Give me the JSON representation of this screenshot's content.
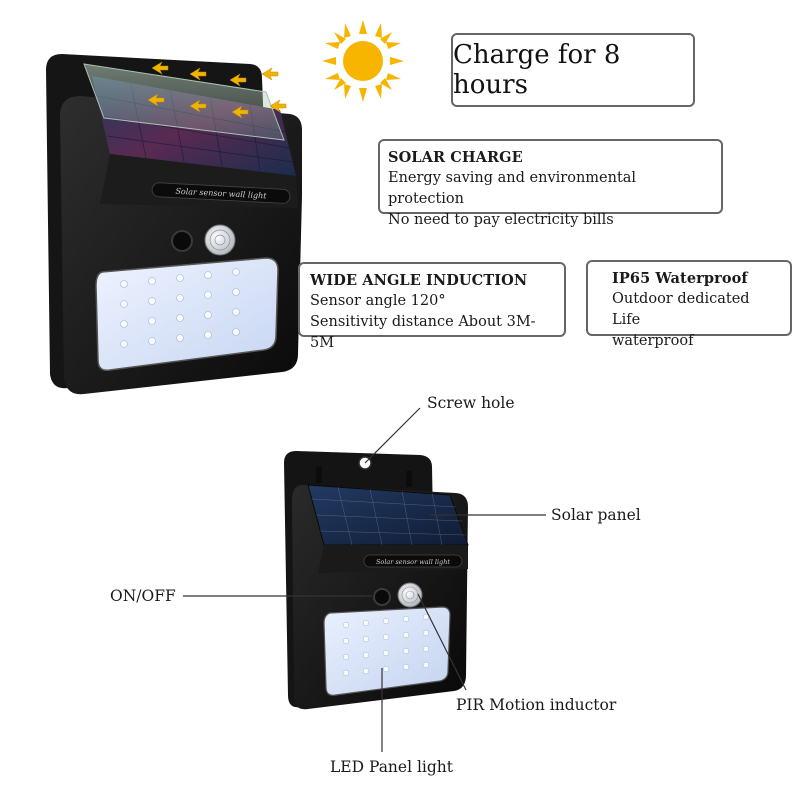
{
  "headline": {
    "charge_text": "Charge for 8 hours"
  },
  "features": {
    "solar": {
      "title": "SOLAR CHARGE",
      "line1": "Energy saving and environmental protection",
      "line2": "No need to pay electricity bills"
    },
    "wide_angle": {
      "title": "WIDE ANGLE INDUCTION",
      "line1": "Sensor angle 120°",
      "line2": "Sensitivity distance About 3M-5M"
    },
    "waterproof": {
      "title": "IP65 Waterproof",
      "line1": "Outdoor dedicated Life",
      "line2": "waterproof"
    }
  },
  "product": {
    "label_strip": "Solar sensor wall light"
  },
  "callouts": {
    "screw_hole": "Screw hole",
    "solar_panel": "Solar panel",
    "on_off": "ON/OFF",
    "pir": "PIR Motion inductor",
    "led_panel": "LED Panel light"
  },
  "colors": {
    "housing": "#121212",
    "solar_cell": "#1b2a4a",
    "sun": "#f7b500",
    "arrow": "#f0b400",
    "border": "#666666"
  },
  "icons": {
    "sun": "sun-icon",
    "arrows": "sunlight-arrow-icon"
  }
}
